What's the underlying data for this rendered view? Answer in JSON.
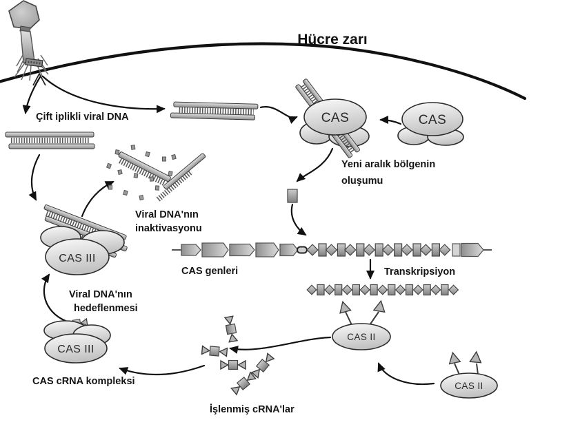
{
  "diagram": {
    "title": "Hücre zarı",
    "labels": {
      "viral_dna": "Çift iplikli viral DNA",
      "new_spacer": [
        "Yeni aralık bölgenin",
        "oluşumu"
      ],
      "cas_genes": "CAS genleri",
      "transcription": "Transkripsiyon",
      "inactivation": [
        "Viral DNA'nın",
        "inaktivasyonu"
      ],
      "targeting": [
        "Viral DNA'nın",
        "hedeflenmesi"
      ],
      "cas_crna_complex": "CAS cRNA kompleksi",
      "processed_crnas": "İşlenmiş cRNA'lar"
    },
    "nodes": {
      "cas_capture": "CAS",
      "cas_incoming": "CAS",
      "cas2_processing": "CAS II",
      "cas2_incoming": "CAS II",
      "cas3_targeting": "CAS III",
      "cas3_complex": "CAS III"
    },
    "counts": {
      "gene_arrows": 5,
      "array_repeats": 8,
      "array_spacers": 7,
      "rna_repeats": 9,
      "rna_spacers": 8,
      "processed_crna_units": 5,
      "dna_fragments": 14
    },
    "colors": {
      "background": "#ffffff",
      "outline": "#1a1a1a",
      "membrane": "#111111",
      "shape_gray": "#b8b8b8"
    }
  }
}
